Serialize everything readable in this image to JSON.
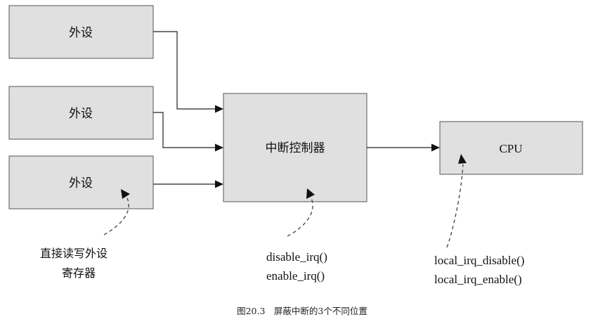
{
  "diagram": {
    "peripheral_1": "外设",
    "peripheral_2": "外设",
    "peripheral_3": "外设",
    "interrupt_controller": "中断控制器",
    "cpu": "CPU"
  },
  "annotations": {
    "peripheral_register_line1": "直接读写外设",
    "peripheral_register_line2": "寄存器",
    "controller_api_line1": "disable_irq()",
    "controller_api_line2": "enable_irq()",
    "cpu_api_line1": "local_irq_disable()",
    "cpu_api_line2": "local_irq_enable()"
  },
  "caption": "图20.3　屏蔽中断的3个不同位置"
}
